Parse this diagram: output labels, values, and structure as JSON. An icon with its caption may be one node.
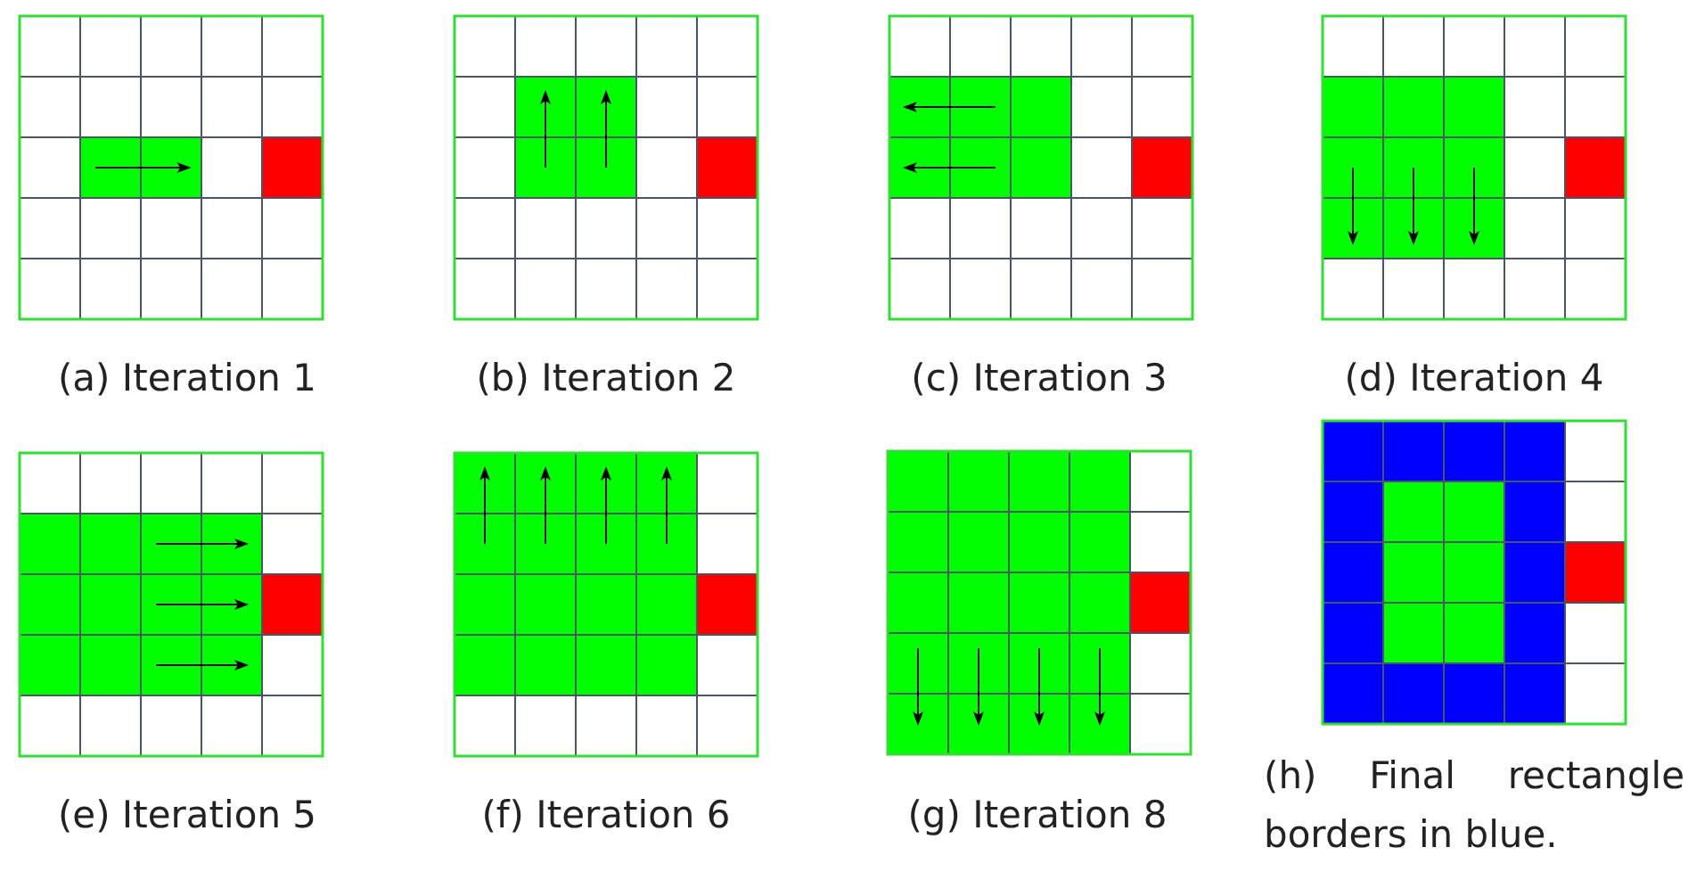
{
  "diagram": {
    "labels": [
      "(a) Iteration 1",
      "(b) Iteration 2",
      "(c) Iteration 3",
      "(d) Iteration 4",
      "(e) Iteration 5",
      "(f) Iteration 6",
      "(g) Iteration 8",
      "(h) Final rectangle borders in blue."
    ]
  }
}
